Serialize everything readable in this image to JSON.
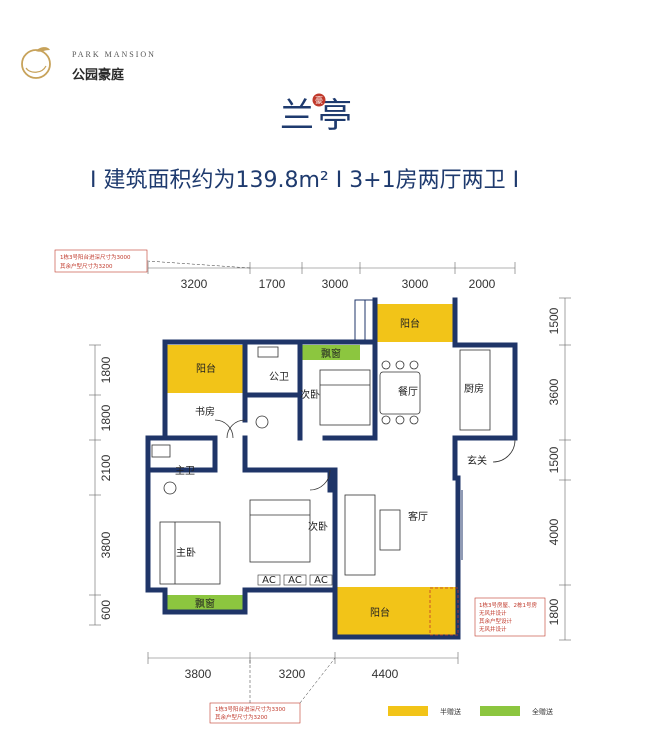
{
  "brand": {
    "english": "PARK MANSION",
    "chinese": "公园豪庭"
  },
  "title": "兰亭",
  "subtitle": "I 建筑面积约为139.8m² I 3+1房两厅两卫 I",
  "dimensions": {
    "top": [
      "3200",
      "1700",
      "3000",
      "3000",
      "2000"
    ],
    "bottom": [
      "3800",
      "3200",
      "4400"
    ],
    "left": [
      "1800",
      "1800",
      "2100",
      "3800",
      "600"
    ],
    "right": [
      "1500",
      "3600",
      "1500",
      "4000",
      "1800"
    ]
  },
  "rooms": {
    "balcony_top_left": "阳台",
    "study": "书房",
    "public_bath": "公卫",
    "bay_window_top": "飘窗",
    "second_bedroom_top": "次卧",
    "dining": "餐厅",
    "balcony_top_right": "阳台",
    "kitchen": "厨房",
    "master_bath": "主卫",
    "master_bedroom": "主卧",
    "second_bedroom_mid": "次卧",
    "living": "客厅",
    "entrance": "玄关",
    "bay_window_bottom": "飘窗",
    "balcony_bottom": "阳台",
    "ac1": "AC",
    "ac2": "AC",
    "ac3": "AC"
  },
  "notes": {
    "top_left_1": "1栋3号阳台进深尺寸为3000",
    "top_left_2": "其余户型尺寸为3200",
    "bottom_left_1": "1栋3号阳台进深尺寸为3300",
    "bottom_left_2": "其余户型尺寸为3200",
    "right_1": "1栋3号房屋、2栋1号房",
    "right_2": "无风井设计",
    "right_3": "其余户型设计",
    "right_4": "无风井设计"
  },
  "legend": {
    "half_gift": "半赠送",
    "full_gift": "全赠送"
  },
  "colors": {
    "primary": "#1e3a6e",
    "wall": "#1f3568",
    "half_gift": "#f2c418",
    "full_gift": "#8cc63f",
    "note_red": "#c0392b"
  }
}
